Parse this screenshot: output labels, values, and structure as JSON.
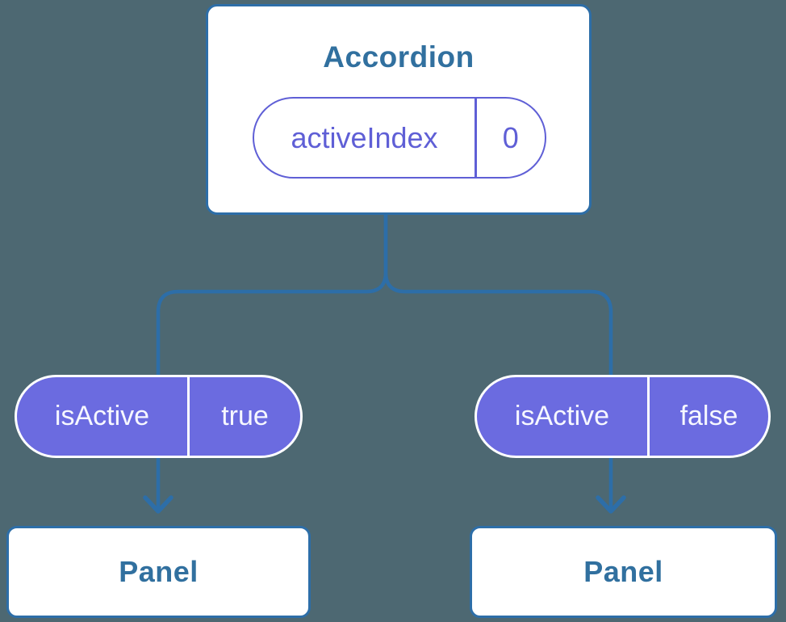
{
  "diagram": {
    "root": {
      "title": "Accordion",
      "state": {
        "name": "activeIndex",
        "value": "0"
      }
    },
    "children": [
      {
        "prop": {
          "name": "isActive",
          "value": "true"
        },
        "node": "Panel"
      },
      {
        "prop": {
          "name": "isActive",
          "value": "false"
        },
        "node": "Panel"
      }
    ]
  },
  "colors": {
    "background": "#4d6872",
    "connector": "#2d6ea8",
    "node_border": "#2d6ea8",
    "node_background": "#ffffff",
    "node_text": "#31709f",
    "state_pill_border": "#5f5fd6",
    "state_pill_text": "#5f5fd6",
    "prop_pill_background": "#6b6be0",
    "prop_pill_border": "#ffffff",
    "prop_pill_text": "#f6f7ff"
  }
}
